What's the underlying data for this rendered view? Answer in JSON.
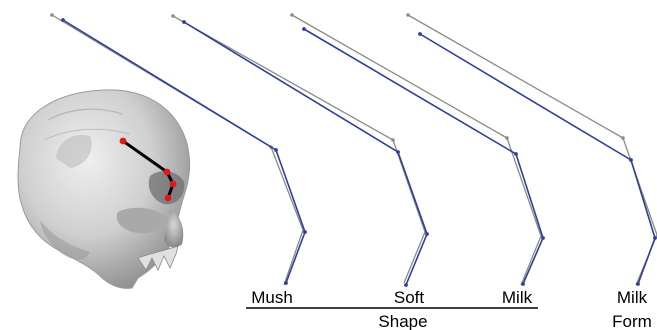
{
  "labels": {
    "mush": "Mush",
    "soft": "Soft",
    "milk": "Milk",
    "milk_form": "Milk",
    "shape": "Shape",
    "form": "Form"
  },
  "colors": {
    "background": "#ffffff",
    "gray_curve": "#8a8a86",
    "blue_curve": "#2f3f9a",
    "landmark": "#e01818",
    "landmark_connector": "#000000",
    "skull": "#c9c9c9"
  },
  "icons": {
    "skull": "skull-3d-render"
  }
}
